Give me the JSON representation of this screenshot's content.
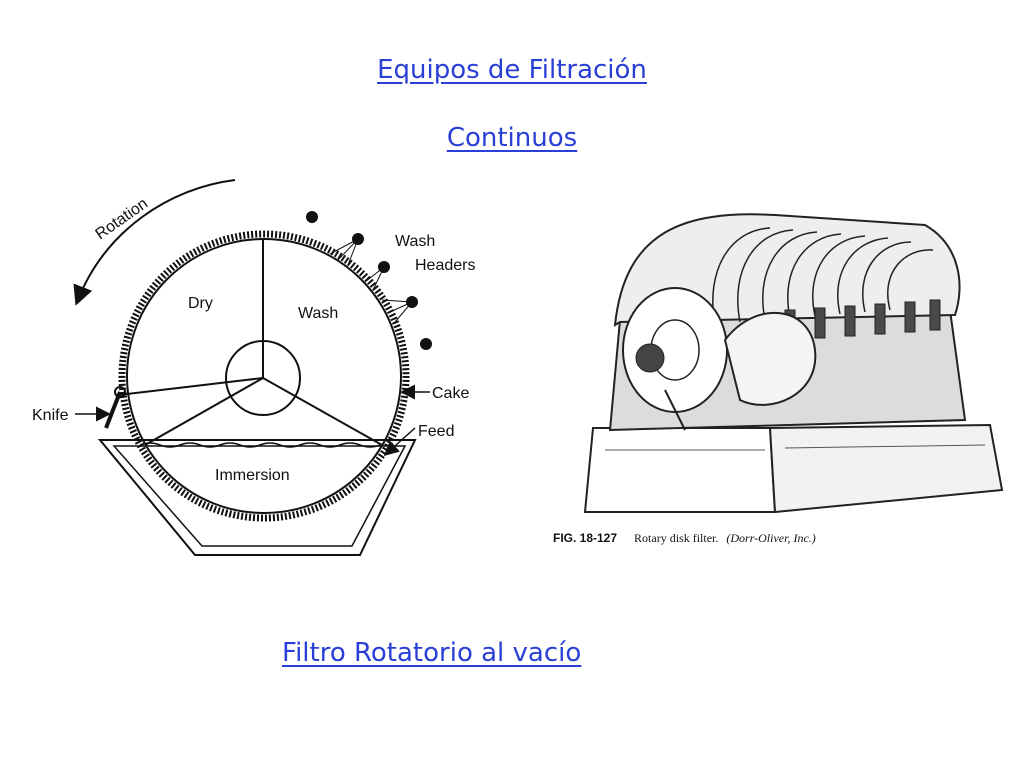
{
  "slide": {
    "title": "Equipos de Filtración",
    "subtitle": "Continuos",
    "bottom_caption": "Filtro Rotatorio al vacío"
  },
  "diagram": {
    "labels": {
      "rotation": "Rotation",
      "dry": "Dry",
      "wash": "Wash",
      "wash_headers_line1": "Wash",
      "wash_headers_line2": "Headers",
      "cake": "Cake",
      "feed": "Feed",
      "knife": "Knife",
      "immersion": "Immersion"
    }
  },
  "photo": {
    "fig_number": "FIG. 18-127",
    "fig_text": "Rotary disk filter.",
    "fig_credit": "(Dorr-Oliver, Inc.)"
  }
}
